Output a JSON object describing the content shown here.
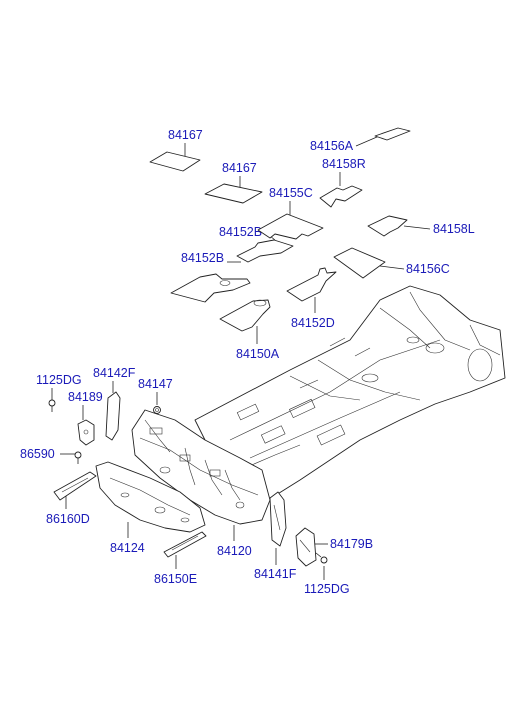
{
  "diagram": {
    "labels": {
      "p84167_top": "84167",
      "p84167_mid": "84167",
      "p84156A": "84156A",
      "p84158R": "84158R",
      "p84155C": "84155C",
      "p84158L": "84158L",
      "p84152B_a": "84152B",
      "p84152B_b": "84152B",
      "p84156C": "84156C",
      "p84152D": "84152D",
      "p84150A": "84150A",
      "p1125DG_left": "1125DG",
      "p84142F": "84142F",
      "p84147": "84147",
      "p84189": "84189",
      "p86590": "86590",
      "p86160D": "86160D",
      "p84124": "84124",
      "p86150E": "86150E",
      "p84120": "84120",
      "p84141F": "84141F",
      "p84179B": "84179B",
      "p1125DG_right": "1125DG"
    }
  }
}
